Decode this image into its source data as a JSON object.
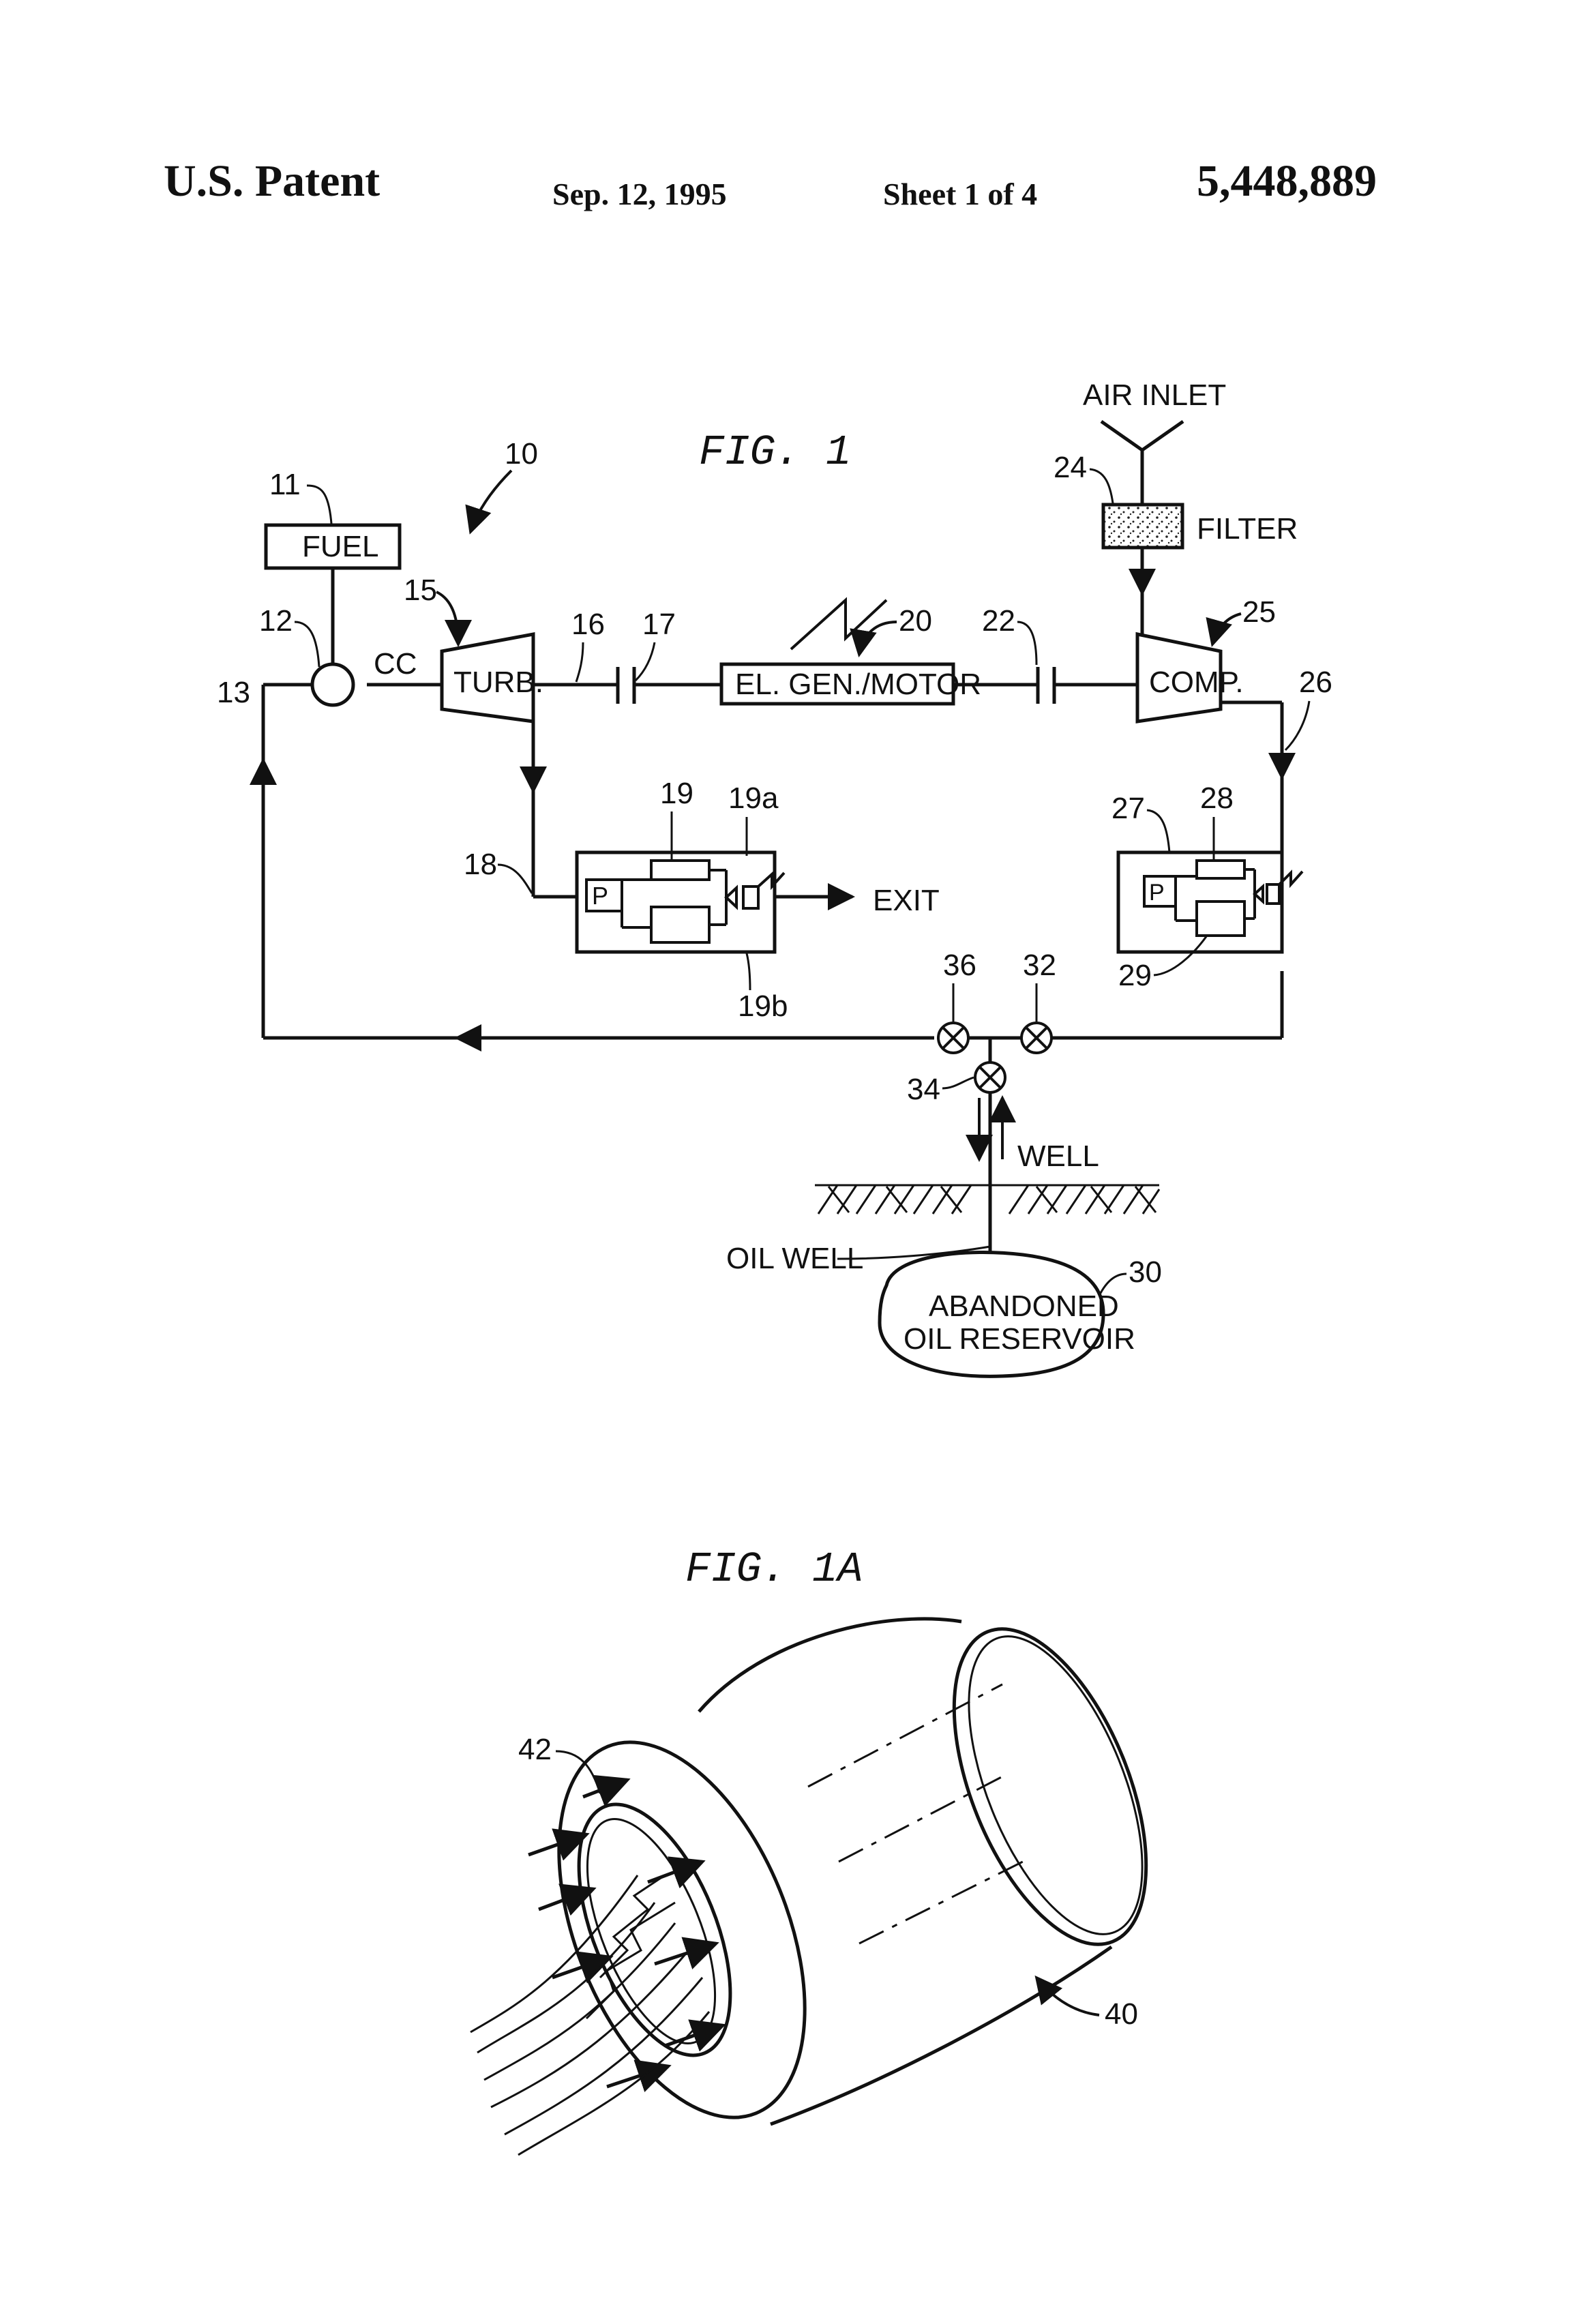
{
  "header": {
    "left": "U.S. Patent",
    "date": "Sep. 12, 1995",
    "sheet": "Sheet 1 of 4",
    "number": "5,448,889"
  },
  "fig1": {
    "title": "FIG. 1",
    "labels": {
      "air_inlet": "AIR INLET",
      "filter": "FILTER",
      "fuel": "FUEL",
      "cc": "CC",
      "turb": "TURB.",
      "gen": "EL. GEN./MOTOR",
      "comp": "COMP.",
      "exit": "EXIT",
      "well": "WELL",
      "oil_well": "OIL WELL",
      "reservoir_line1": "ABANDONED",
      "reservoir_line2": "OIL RESERVOIR",
      "p_left": "P",
      "p_right": "P"
    },
    "refs": {
      "r10": "10",
      "r11": "11",
      "r12": "12",
      "r13": "13",
      "r15": "15",
      "r16": "16",
      "r17": "17",
      "r18": "18",
      "r19": "19",
      "r19a": "19a",
      "r19b": "19b",
      "r20": "20",
      "r22": "22",
      "r24": "24",
      "r25": "25",
      "r26": "26",
      "r27": "27",
      "r28": "28",
      "r29": "29",
      "r30": "30",
      "r32": "32",
      "r34": "34",
      "r36": "36"
    }
  },
  "fig1a": {
    "title": "FIG. 1A",
    "refs": {
      "r40": "40",
      "r42": "42"
    }
  }
}
